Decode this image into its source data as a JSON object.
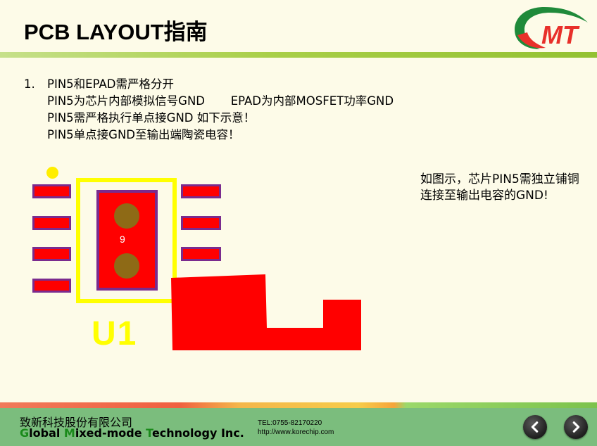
{
  "slide": {
    "title": "PCB LAYOUT指南",
    "logo_text": "MT"
  },
  "content": {
    "item_number": "1.",
    "lines": [
      "PIN5和EPAD需严格分开",
      "PIN5为芯片内部模拟信号GND       EPAD为内部MOSFET功率GND",
      "PIN5需严格执行单点接GND 如下示意！",
      "PIN5单点接GND至输出端陶瓷电容！"
    ],
    "side_note": "如图示，芯片PIN5需独立铺铜连接至输出电容的GND!"
  },
  "diagram": {
    "pad_number": "9",
    "ref_designator": "U1",
    "colors": {
      "pad": "#ff0000",
      "pad_border": "#7a2b8e",
      "silkscreen": "#ffff00",
      "via": "#8e6a16",
      "copper": "#ff0000"
    }
  },
  "footer": {
    "company_cn": "致新科技股份有限公司",
    "company_en_parts": [
      "G",
      "lobal ",
      "M",
      "ixed-mode ",
      "T",
      "echnology Inc."
    ],
    "tel": "TEL:0755-82170220",
    "url": "http://www.korechip.com",
    "prev_icon": "chevron-left-icon",
    "next_icon": "chevron-right-icon"
  }
}
